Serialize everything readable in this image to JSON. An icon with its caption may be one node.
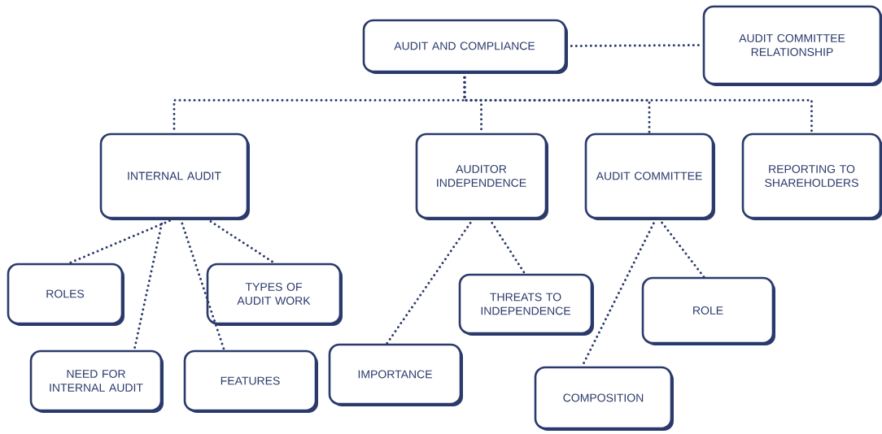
{
  "diagram": {
    "nodes": [
      {
        "text": [
          "AUDIT AND COMPLIANCE"
        ]
      },
      {
        "text": [
          "AUDIT COMMITTEE RELATIONSHIP"
        ]
      },
      {
        "text": [
          "INTERNAL AUDIT"
        ]
      },
      {
        "text": [
          "AUDITOR INDEPENDENCE"
        ]
      },
      {
        "text": [
          "AUDIT COMMITTEE"
        ]
      },
      {
        "text": [
          "REPORTING TO SHAREHOLDERS"
        ]
      },
      {
        "text": [
          "ROLES"
        ]
      },
      {
        "text": [
          "TYPES OF AUDIT WORK"
        ]
      },
      {
        "text": [
          "NEED FOR INTERNAL AUDIT"
        ]
      },
      {
        "text": [
          "FEATURES"
        ]
      },
      {
        "text": [
          "THREATS TO INDEPENDENCE"
        ]
      },
      {
        "text": [
          "IMPORTANCE"
        ]
      },
      {
        "text": [
          "ROLE"
        ]
      },
      {
        "text": [
          "COMPOSITION"
        ]
      }
    ],
    "edges": [
      {
        "from": 0,
        "to": 1,
        "arrow": "none",
        "style": "dashed"
      },
      {
        "from": 0,
        "to": 2,
        "arrow": "none",
        "style": "dashed"
      },
      {
        "from": 0,
        "to": 3,
        "arrow": "none",
        "style": "dashed"
      },
      {
        "from": 0,
        "to": 4,
        "arrow": "none",
        "style": "dashed"
      },
      {
        "from": 0,
        "to": 5,
        "arrow": "none",
        "style": "dashed"
      },
      {
        "from": 2,
        "to": 6,
        "arrow": "none",
        "style": "dashed"
      },
      {
        "from": 2,
        "to": 7,
        "arrow": "none",
        "style": "dashed"
      },
      {
        "from": 2,
        "to": 8,
        "arrow": "none",
        "style": "dashed"
      },
      {
        "from": 2,
        "to": 9,
        "arrow": "none",
        "style": "dashed"
      },
      {
        "from": 3,
        "to": 10,
        "arrow": "none",
        "style": "dashed"
      },
      {
        "from": 3,
        "to": 11,
        "arrow": "none",
        "style": "dashed"
      },
      {
        "from": 4,
        "to": 12,
        "arrow": "none",
        "style": "dashed"
      },
      {
        "from": 4,
        "to": 13,
        "arrow": "none",
        "style": "dashed"
      }
    ]
  }
}
